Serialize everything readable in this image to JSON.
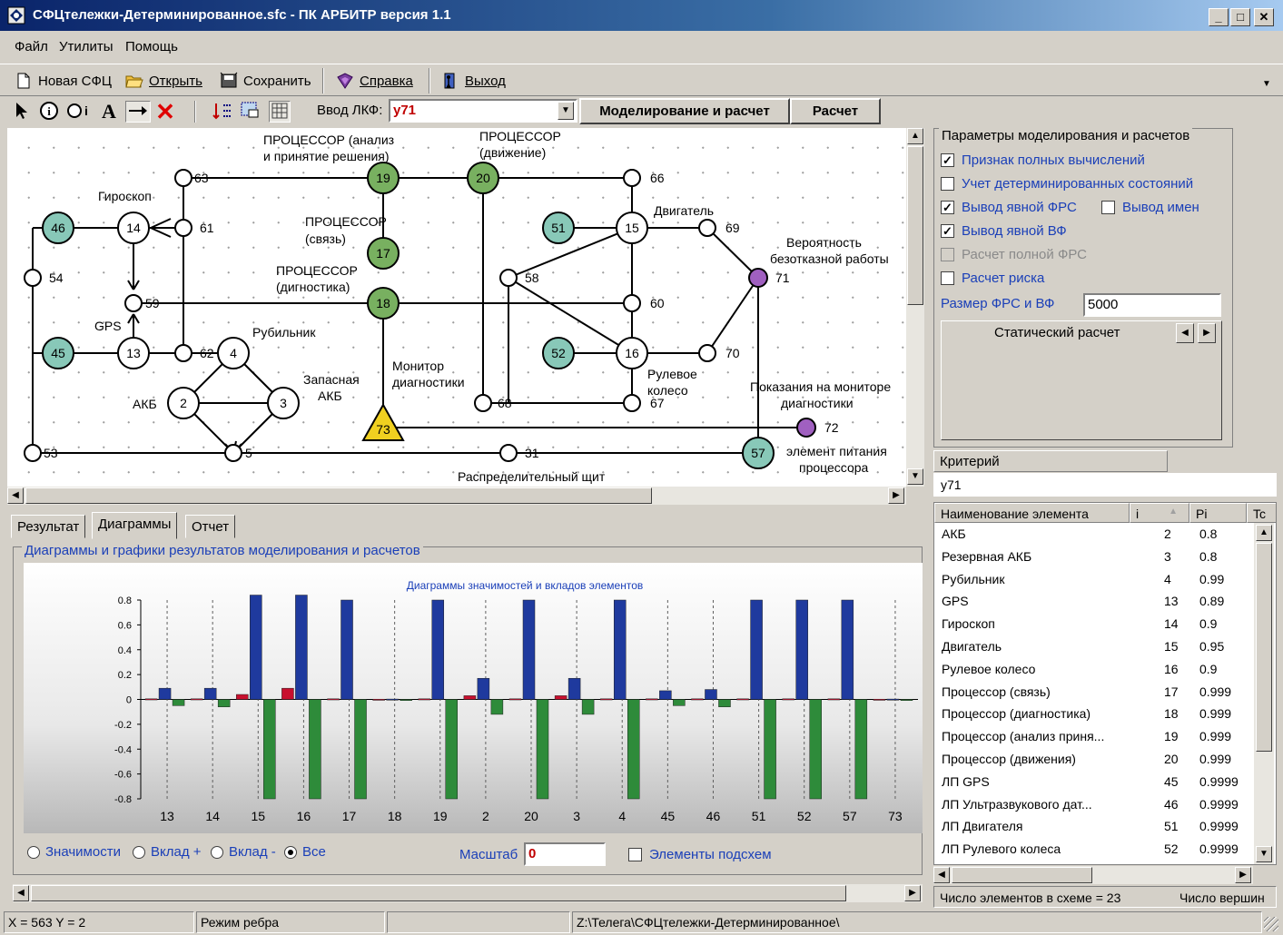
{
  "window": {
    "title": "СФЦтележки-Детерминированное.sfc - ПК АРБИТР версия 1.1",
    "min_label": "_",
    "max_label": "□",
    "close_label": "✕"
  },
  "menu": [
    "Файл",
    "Утилиты",
    "Помощь"
  ],
  "toolbar": {
    "new": "Новая СФЦ",
    "open": "Открыть",
    "save": "Сохранить",
    "help": "Справка",
    "exit": "Выход"
  },
  "toolbar2": {
    "lkf_label": "Ввод ЛКФ:",
    "lkf_value": "y71",
    "model_button": "Моделирование и расчет",
    "calc_button": "Расчет"
  },
  "diagram": {
    "labels": {
      "proc_analysis": "ПРОЦЕССОР (анализ",
      "proc_analysis2": "и принятие решения)",
      "proc_move": "ПРОЦЕССОР",
      "proc_move2": "(движение)",
      "gyro": "Гироскоп",
      "proc_link": "ПРОЦЕССОР",
      "proc_link2": "(связь)",
      "proc_diag": "ПРОЦЕССОР",
      "proc_diag2": "(дигностика)",
      "engine": "Двигатель",
      "prob": "Вероятность",
      "prob2": "безотказной работы",
      "gps": "GPS",
      "switch": "Рубильник",
      "spare": "Запасная",
      "spare2": "АКБ",
      "akb": "АКБ",
      "monitor": "Монитор",
      "monitor2": "диагностики",
      "wheel": "Рулевое",
      "wheel2": "колесо",
      "readings": "Показания на мониторе",
      "readings2": "диагностики",
      "power": "элемент питания",
      "power2": "процессора",
      "board": "Распределительный щит"
    },
    "nodes": {
      "n19": "19",
      "n20": "20",
      "n17": "17",
      "n18": "18",
      "n46": "46",
      "n14": "14",
      "n45": "45",
      "n13": "13",
      "n51": "51",
      "n15": "15",
      "n52": "52",
      "n16": "16",
      "n4": "4",
      "n2": "2",
      "n3": "3",
      "n73": "73",
      "n57": "57"
    },
    "points": {
      "p63": "63",
      "p61": "61",
      "p54": "54",
      "p59": "59",
      "p62": "62",
      "p53": "53",
      "p5": "5",
      "p66": "66",
      "p69": "69",
      "p71": "71",
      "p58": "58",
      "p60": "60",
      "p70": "70",
      "p67": "67",
      "p68": "68",
      "p72": "72",
      "p31": "31"
    }
  },
  "params": {
    "title": "Параметры моделирования и расчетов",
    "full_calc": "Признак полных вычислений",
    "determ": "Учет детерминированных состояний",
    "show_frs": "Вывод явной ФРС",
    "show_names": "Вывод имен",
    "show_vf": "Вывод явной ВФ",
    "full_frs": "Расчет полной ФРС",
    "risk": "Расчет риска",
    "size_label": "Размер ФРС и ВФ",
    "size_value": "5000",
    "static_tab": "Статический расчет"
  },
  "criterion": {
    "header": "Критерий",
    "value": "y71"
  },
  "table": {
    "headers": [
      "Наименование элемента",
      "i",
      "Pi",
      "Tc"
    ],
    "rows": [
      [
        "АКБ",
        "2",
        "0.8"
      ],
      [
        "Резервная АКБ",
        "3",
        "0.8"
      ],
      [
        "Рубильник",
        "4",
        "0.99"
      ],
      [
        "GPS",
        "13",
        "0.89"
      ],
      [
        "Гироскоп",
        "14",
        "0.9"
      ],
      [
        "Двигатель",
        "15",
        "0.95"
      ],
      [
        "Рулевое колесо",
        "16",
        "0.9"
      ],
      [
        "Процессор (связь)",
        "17",
        "0.999"
      ],
      [
        "Процессор (диагностика)",
        "18",
        "0.999"
      ],
      [
        "Процессор (анализ приня...",
        "19",
        "0.999"
      ],
      [
        "Процессор (движения)",
        "20",
        "0.999"
      ],
      [
        "ЛП GPS",
        "45",
        "0.9999"
      ],
      [
        "ЛП Ультразвукового дат...",
        "46",
        "0.9999"
      ],
      [
        "ЛП Двигателя",
        "51",
        "0.9999"
      ],
      [
        "ЛП Рулевого колеса",
        "52",
        "0.9999"
      ]
    ],
    "footer_count": "Число элементов в схеме = 23",
    "footer_vertices": "Число вершин"
  },
  "tabs": [
    "Результат",
    "Диаграммы",
    "Отчет"
  ],
  "chart_section_title": "Диаграммы и графики результатов моделирования и расчетов",
  "chart_data": {
    "type": "bar",
    "title": "Диаграммы значимостей и вкладов элементов",
    "categories": [
      "13",
      "14",
      "15",
      "16",
      "17",
      "18",
      "19",
      "2",
      "20",
      "3",
      "4",
      "45",
      "46",
      "51",
      "52",
      "57",
      "73"
    ],
    "series": [
      {
        "color": "#c8102e",
        "values": [
          0.005,
          0.005,
          0.04,
          0.09,
          0.005,
          0.002,
          0.005,
          0.03,
          0.005,
          0.03,
          0.005,
          0.005,
          0.005,
          0.005,
          0.005,
          0.005,
          0.002
        ]
      },
      {
        "color": "#1f3a9e",
        "values": [
          0.09,
          0.09,
          0.84,
          0.84,
          0.8,
          0.003,
          0.8,
          0.17,
          0.8,
          0.17,
          0.8,
          0.07,
          0.08,
          0.8,
          0.8,
          0.8,
          0.003
        ]
      },
      {
        "color": "#2e8b3a",
        "values": [
          -0.05,
          -0.06,
          -0.8,
          -0.8,
          -0.8,
          -0.003,
          -0.8,
          -0.12,
          -0.8,
          -0.12,
          -0.8,
          -0.05,
          -0.06,
          -0.8,
          -0.8,
          -0.8,
          -0.003
        ]
      }
    ],
    "ylim": [
      -0.8,
      0.8
    ],
    "yticks": [
      "0.8",
      "0.6",
      "0.4",
      "0.2",
      "0",
      "-0.2",
      "-0.4",
      "-0.6",
      "-0.8"
    ],
    "grid": true
  },
  "chart_controls": {
    "significance": "Значимости",
    "plus": "Вклад +",
    "minus": "Вклад -",
    "all": "Все",
    "scale_label": "Масштаб",
    "scale_value": "0",
    "subschemes": "Элементы подсхем"
  },
  "status": {
    "coords": "X = 563  Y = 2",
    "mode": "Режим ребра",
    "path": "Z:\\Телега\\СФЦтележки-Детерминированное\\"
  }
}
